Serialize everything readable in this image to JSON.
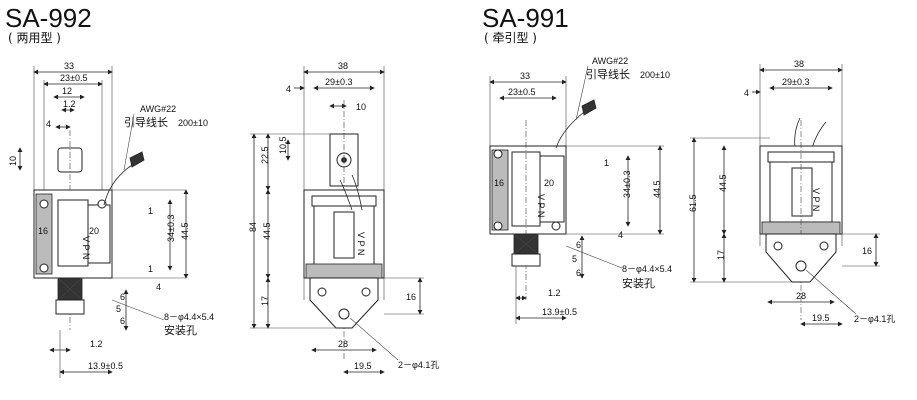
{
  "sa992": {
    "model": "SA-992",
    "type": "( 两用型 )",
    "wire_awg": "AWG#22",
    "wire_len_label": "引导线长",
    "wire_len_value": "200±10",
    "mount_spec": "8－φ4.4×5.4",
    "mount_label": "安装孔",
    "hole_label": "2－φ4.1孔",
    "coil_marks": "V P N",
    "dims_side": [
      "33",
      "23±0.5",
      "12",
      "1.2",
      "4",
      "10",
      "16",
      "20",
      "1",
      "4",
      "34±0.3",
      "44.5",
      "1",
      "6",
      "6",
      "5",
      "1.2",
      "13.9±0.5"
    ],
    "dims_front": [
      "38",
      "29±0.3",
      "4",
      "10",
      "10.5",
      "22.5",
      "84",
      "44.5",
      "17",
      "16",
      "28",
      "19.5"
    ]
  },
  "sa991": {
    "model": "SA-991",
    "type": "( 牵引型 )",
    "wire_awg": "AWG#22",
    "wire_len_label": "引导线长",
    "wire_len_value": "200±10",
    "mount_spec": "8－φ4.4×5.4",
    "mount_label": "安装孔",
    "hole_label": "2－φ4.1孔",
    "coil_marks": "V P N",
    "dims_side": [
      "33",
      "23±0.5",
      "16",
      "20",
      "1",
      "34±0.3",
      "44.5",
      "4",
      "6",
      "5",
      "6",
      "1.2",
      "13.9±0.5"
    ],
    "dims_front": [
      "38",
      "29±0.3",
      "4",
      "61.5",
      "44.5",
      "17",
      "16",
      "28",
      "19.5"
    ]
  }
}
